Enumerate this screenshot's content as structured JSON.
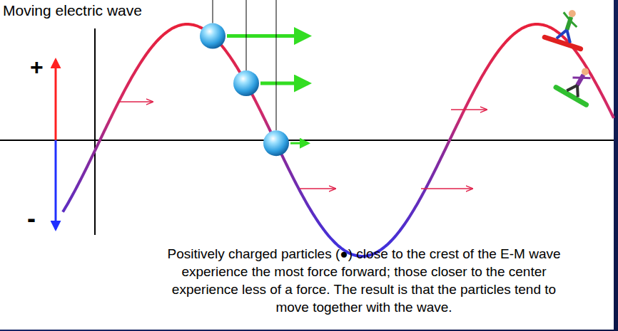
{
  "diagram": {
    "title": "Moving electric wave",
    "caption": "Positively charged particles (●) close to the crest of the E-M wave experience the most force forward; those closer to the center experience less of a force. The result is that the particles tend to move together with the wave.",
    "labels": [
      "+",
      "-"
    ]
  }
}
